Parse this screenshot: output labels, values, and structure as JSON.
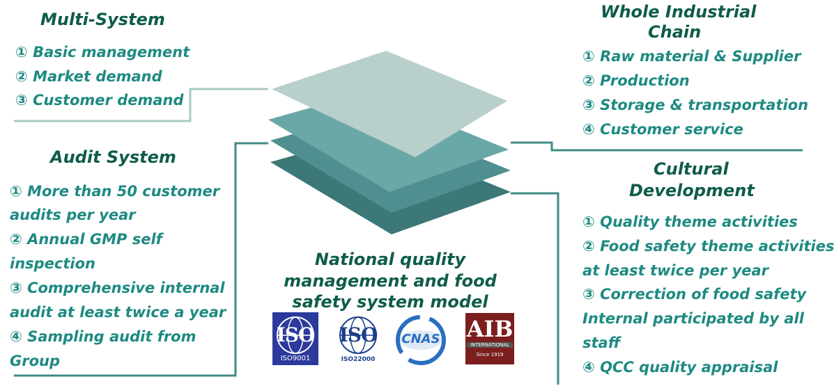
{
  "multi_system": {
    "title": "Multi-System",
    "items": [
      "① Basic management",
      "②  Market demand",
      "③  Customer demand"
    ]
  },
  "audit_system": {
    "title": "Audit System",
    "lines": [
      "① More than 50 customer",
      "audits per year",
      "② Annual GMP self",
      "inspection",
      "③  Comprehensive internal",
      "audit at least twice a year",
      "④  Sampling audit from",
      "Group"
    ]
  },
  "whole_chain": {
    "title_line1": "Whole Industrial",
    "title_line2": "Chain",
    "items": [
      "① Raw material & Supplier",
      "② Production",
      "③ Storage & transportation",
      "④ Customer service"
    ]
  },
  "cultural": {
    "title_line1": "Cultural",
    "title_line2": "Development",
    "lines": [
      "①  Quality theme activities",
      "② Food safety theme activities",
      "at least twice per year",
      "③  Correction of food safety",
      "Internal participated by all",
      "staff",
      "④  QCC quality appraisal"
    ]
  },
  "center": {
    "title_lines": [
      "National quality",
      "management and food",
      "safety system model"
    ]
  },
  "logos": {
    "iso9001_mark": "ISO",
    "iso9001_code": "ISO9001",
    "iso22000_mark": "ISO",
    "iso22000_code": "ISO22000",
    "cnas": "CNAS",
    "aib": "AIB",
    "aib_sub": "INTERNATIONAL",
    "aib_since": "Since 1919"
  },
  "colors": {
    "dark_green": "#0f5c4b",
    "teal_text": "#1e8a82",
    "layer_top": "#b9cfcc",
    "layer_2": "#6aa8a8",
    "layer_3": "#4f8f8f",
    "layer_4": "#3d7878",
    "connector": "#3f8a86"
  }
}
